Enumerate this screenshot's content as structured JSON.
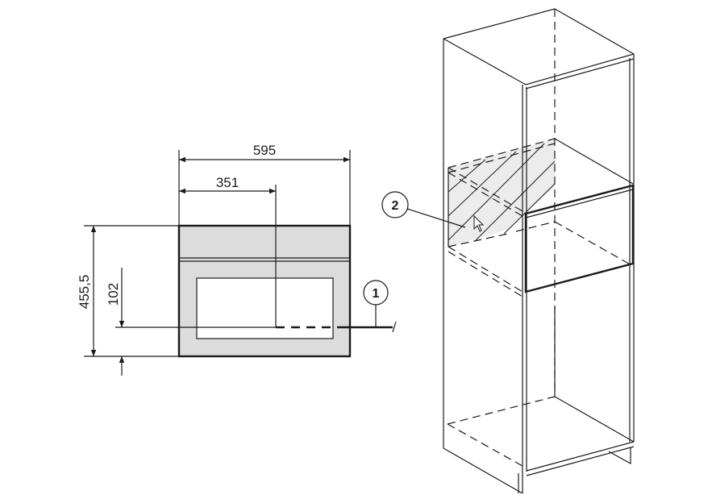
{
  "dimensions": {
    "total_width": "595",
    "socket_offset": "351",
    "total_height": "455,5",
    "socket_height": "102"
  },
  "callouts": {
    "socket": "1",
    "niche_area": "2"
  },
  "colors": {
    "line": "#1a1a1a",
    "panel_fill": "#dcdcdc",
    "hatch_fill": "#ececec"
  }
}
